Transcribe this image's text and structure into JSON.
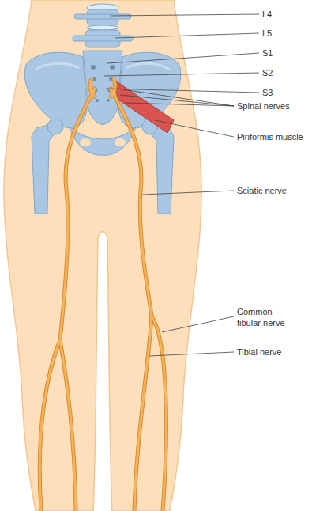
{
  "diagram": {
    "labels": [
      "L4",
      "L5",
      "S1",
      "S2",
      "S3",
      "Spinal nerves",
      "Piriformis muscle",
      "Sciatic nerve",
      "Common fibular nerve",
      "Tibial nerve"
    ]
  }
}
